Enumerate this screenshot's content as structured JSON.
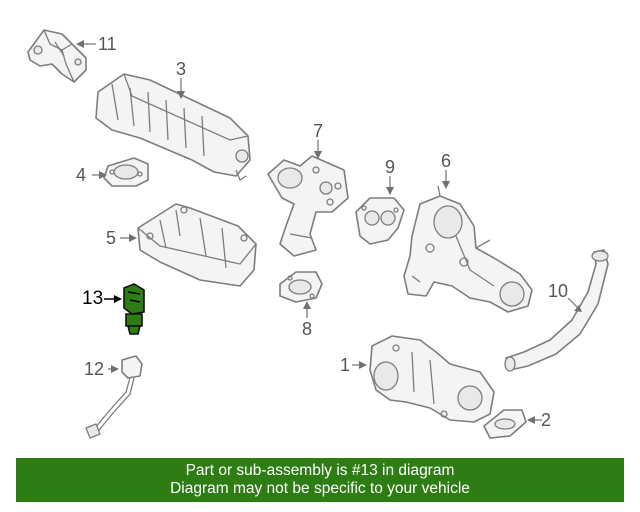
{
  "callouts": [
    {
      "id": "1",
      "label": "1"
    },
    {
      "id": "2",
      "label": "2"
    },
    {
      "id": "3",
      "label": "3"
    },
    {
      "id": "4",
      "label": "4"
    },
    {
      "id": "5",
      "label": "5"
    },
    {
      "id": "6",
      "label": "6"
    },
    {
      "id": "7",
      "label": "7"
    },
    {
      "id": "8",
      "label": "8"
    },
    {
      "id": "9",
      "label": "9"
    },
    {
      "id": "10",
      "label": "10"
    },
    {
      "id": "11",
      "label": "11"
    },
    {
      "id": "12",
      "label": "12"
    },
    {
      "id": "13",
      "label": "13"
    }
  ],
  "highlighted_part": "13",
  "colors": {
    "highlight": "#2e7d14",
    "banner_bg": "#2e7d14",
    "banner_text": "#ffffff",
    "line_art": "#7d7d7d"
  },
  "banner": {
    "line1": "Part or sub-assembly is #13 in diagram",
    "line2": "Diagram may not be specific to your vehicle"
  }
}
